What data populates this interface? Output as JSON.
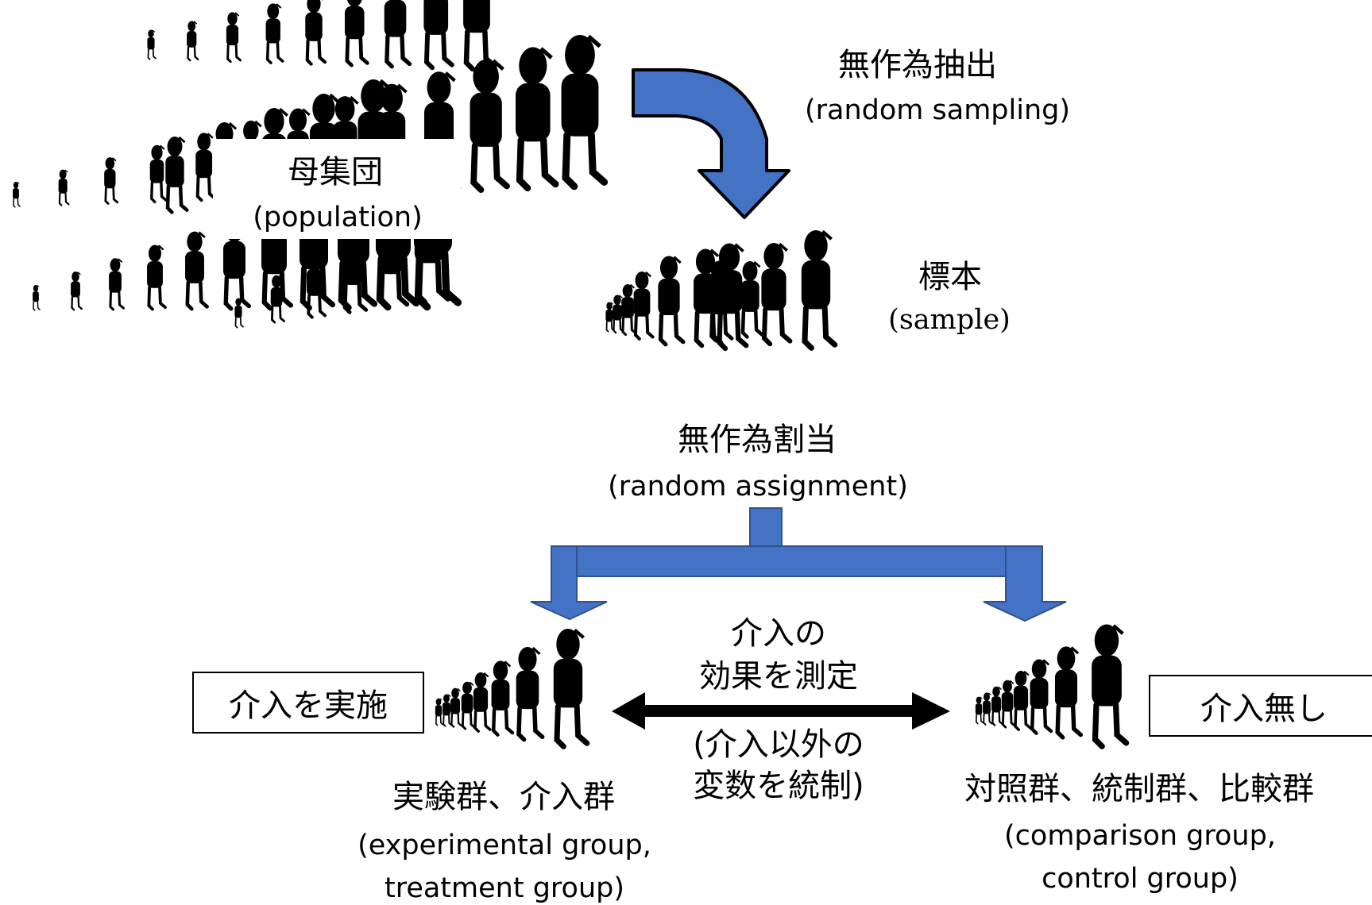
{
  "population": {
    "title": "母集団",
    "subtitle": "(population)"
  },
  "random_sampling": {
    "title": "無作為抽出",
    "subtitle": "(random sampling)"
  },
  "sample": {
    "title": "標本",
    "subtitle": "(sample)"
  },
  "random_assignment": {
    "title": "無作為割当",
    "subtitle": "(random assignment)"
  },
  "effect": {
    "line1": "介入の",
    "line2": "効果を測定",
    "note1": "(介入以外の",
    "note2": "変数を統制)"
  },
  "experimental": {
    "box": "介入を実施",
    "title": "実験群、介入群",
    "en1": "(experimental group,",
    "en2": "treatment group)"
  },
  "control": {
    "box": "介入無し",
    "title": "対照群、統制群、比較群",
    "en1": "(comparison group,",
    "en2": "control group)"
  },
  "colors": {
    "arrow_fill": "#4472C4",
    "arrow_stroke": "#2F528F",
    "figure": "#000000"
  }
}
